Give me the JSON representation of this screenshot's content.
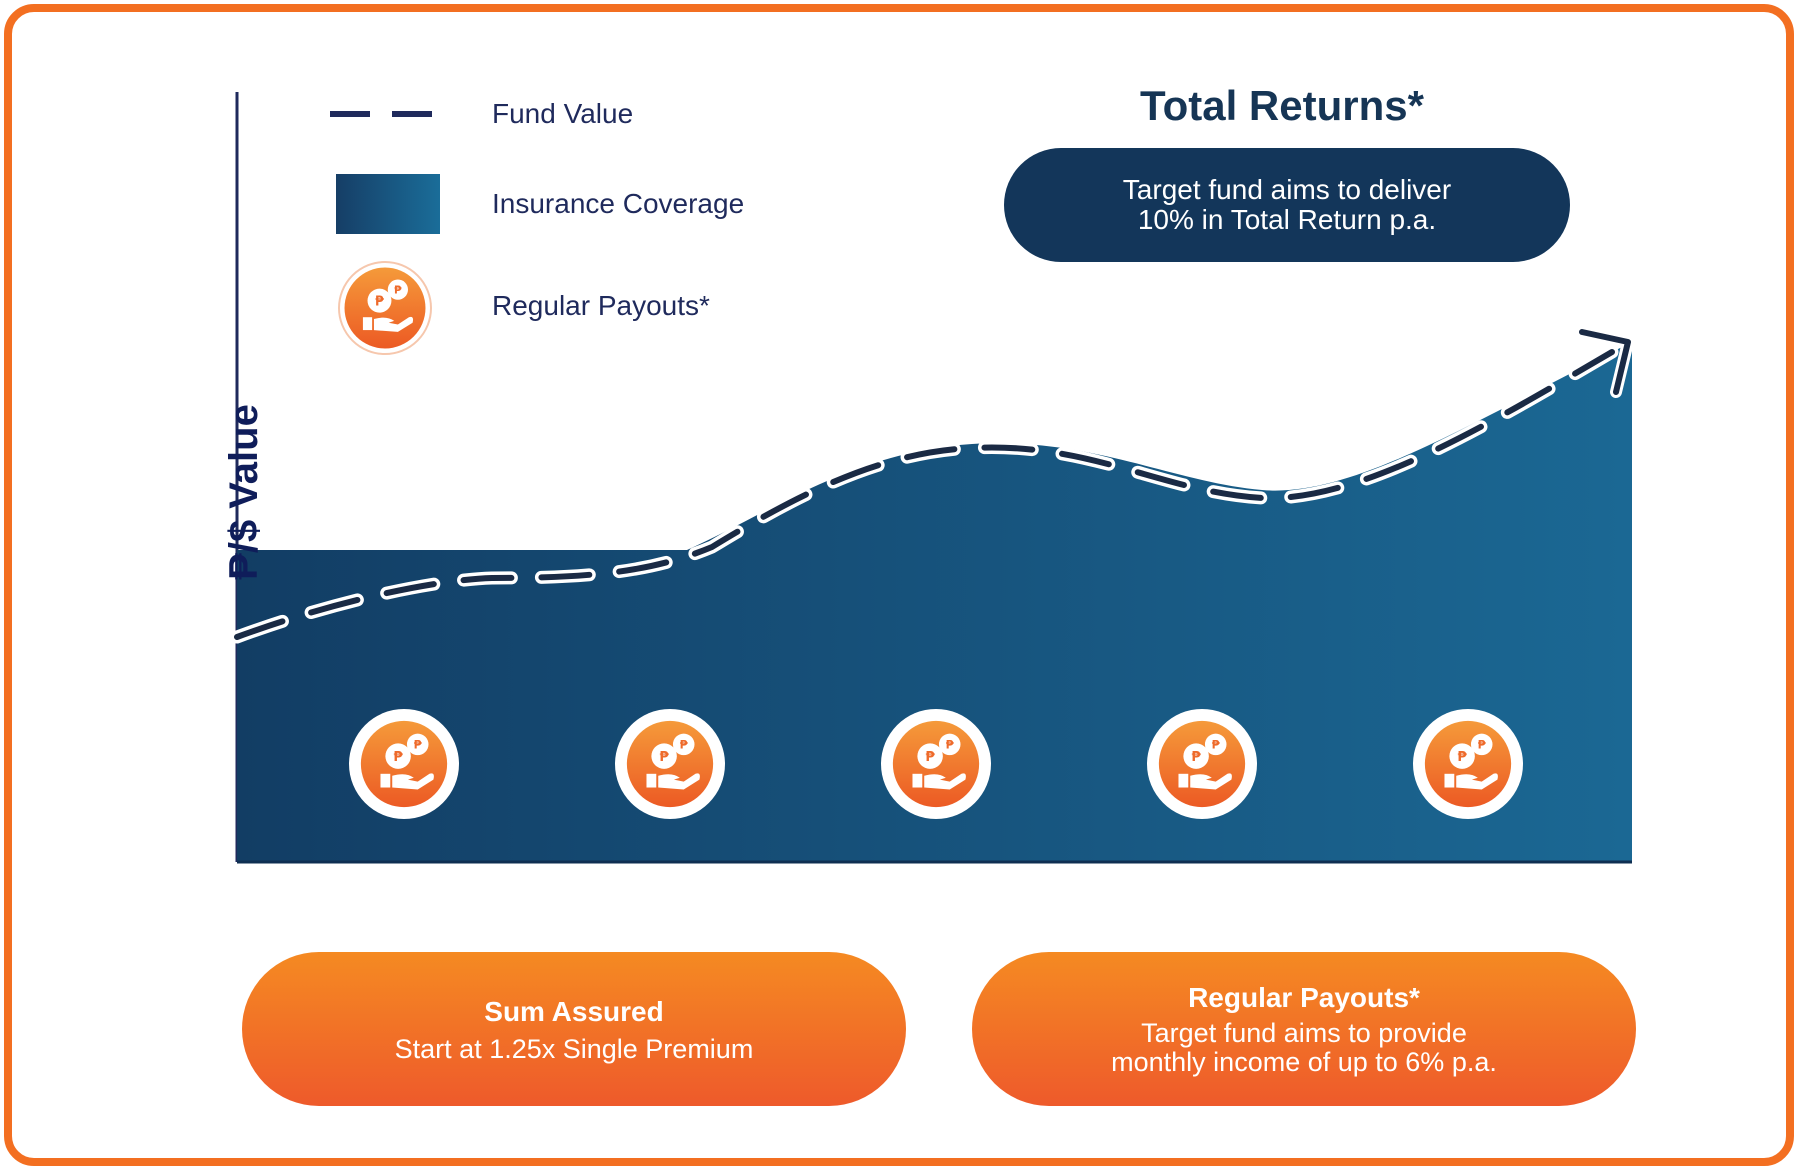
{
  "legend": {
    "fund_value": "Fund Value",
    "insurance_coverage": "Insurance Coverage",
    "regular_payouts": "Regular Payouts*"
  },
  "axis": {
    "y_label": "₱/$ Value"
  },
  "total_returns": {
    "title": "Total Returns*",
    "line1": "Target fund aims to deliver",
    "line2": "10% in Total Return p.a."
  },
  "sum_assured": {
    "title": "Sum Assured",
    "desc": "Start at 1.25x Single Premium"
  },
  "regular_payouts_box": {
    "title": "Regular Payouts*",
    "line1": "Target fund aims to provide",
    "line2": "monthly income of up to 6% p.a."
  },
  "payout_icon_count": 5,
  "icon": {
    "coin_symbol": "₱",
    "name": "coin-hand-icon"
  },
  "colors": {
    "frame": "#f36f21",
    "navy": "#13365a",
    "area_dark": "#123d64",
    "area_light": "#1b6894",
    "orange_top": "#f58a22",
    "orange_bottom": "#ee5a2b"
  }
}
